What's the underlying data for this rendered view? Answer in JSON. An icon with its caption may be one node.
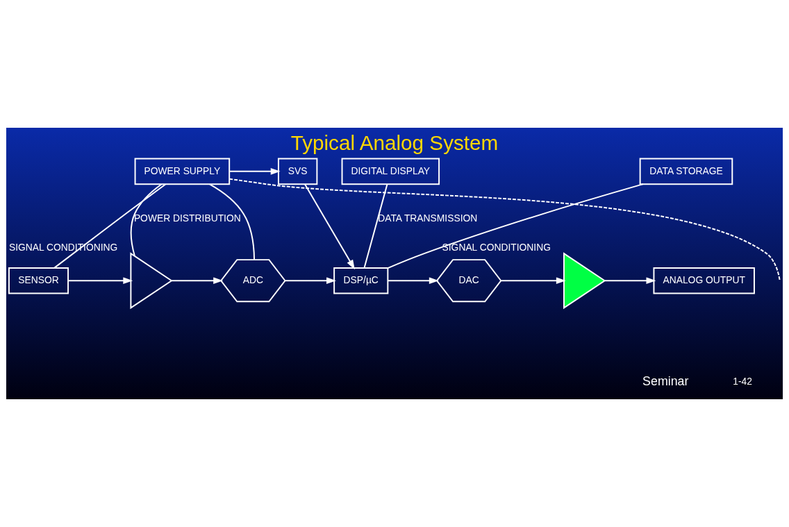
{
  "diagram": {
    "title": "Typical Analog System",
    "nodes": [
      {
        "text": [
          "POWER SUPPLY"
        ]
      },
      {
        "text": [
          "SVS"
        ]
      },
      {
        "text": [
          "DIGITAL DISPLAY"
        ]
      },
      {
        "text": [
          "DATA STORAGE"
        ]
      },
      {
        "text": [
          "SENSOR"
        ]
      },
      {
        "text": [],
        "shape": "triangle",
        "beside": [
          "SIGNAL CONDITIONING"
        ]
      },
      {
        "text": [
          "ADC"
        ]
      },
      {
        "text": [
          "DSP/µC"
        ]
      },
      {
        "text": [
          "DAC"
        ]
      },
      {
        "text": [],
        "shape": "triangle",
        "beside": [
          "SIGNAL CONDITIONING"
        ]
      },
      {
        "text": [
          "ANALOG OUTPUT"
        ]
      }
    ],
    "edges": [
      {
        "from": 0,
        "to": 1,
        "arrow": "to"
      },
      {
        "from": 1,
        "to": 7,
        "arrow": "to"
      },
      {
        "from": 2,
        "to": 7,
        "arrow": "none",
        "label": "DATA TRANSMISSION"
      },
      {
        "from": 3,
        "to": 7,
        "arrow": "none"
      },
      {
        "from": 0,
        "to": 4,
        "arrow": "none"
      },
      {
        "from": 0,
        "to": 5,
        "arrow": "none",
        "label": "POWER DISTRIBUTION"
      },
      {
        "from": 0,
        "to": 6,
        "arrow": "none"
      },
      {
        "from": 0,
        "to": null,
        "arrow": "none",
        "style": "dashed"
      },
      {
        "from": 4,
        "to": 5,
        "arrow": "to"
      },
      {
        "from": 5,
        "to": 6,
        "arrow": "to"
      },
      {
        "from": 6,
        "to": 7,
        "arrow": "to"
      },
      {
        "from": 7,
        "to": 8,
        "arrow": "to"
      },
      {
        "from": 8,
        "to": 9,
        "arrow": "to"
      },
      {
        "from": 9,
        "to": 10,
        "arrow": "to"
      }
    ],
    "labels": [
      "Seminar",
      "1-42"
    ]
  }
}
